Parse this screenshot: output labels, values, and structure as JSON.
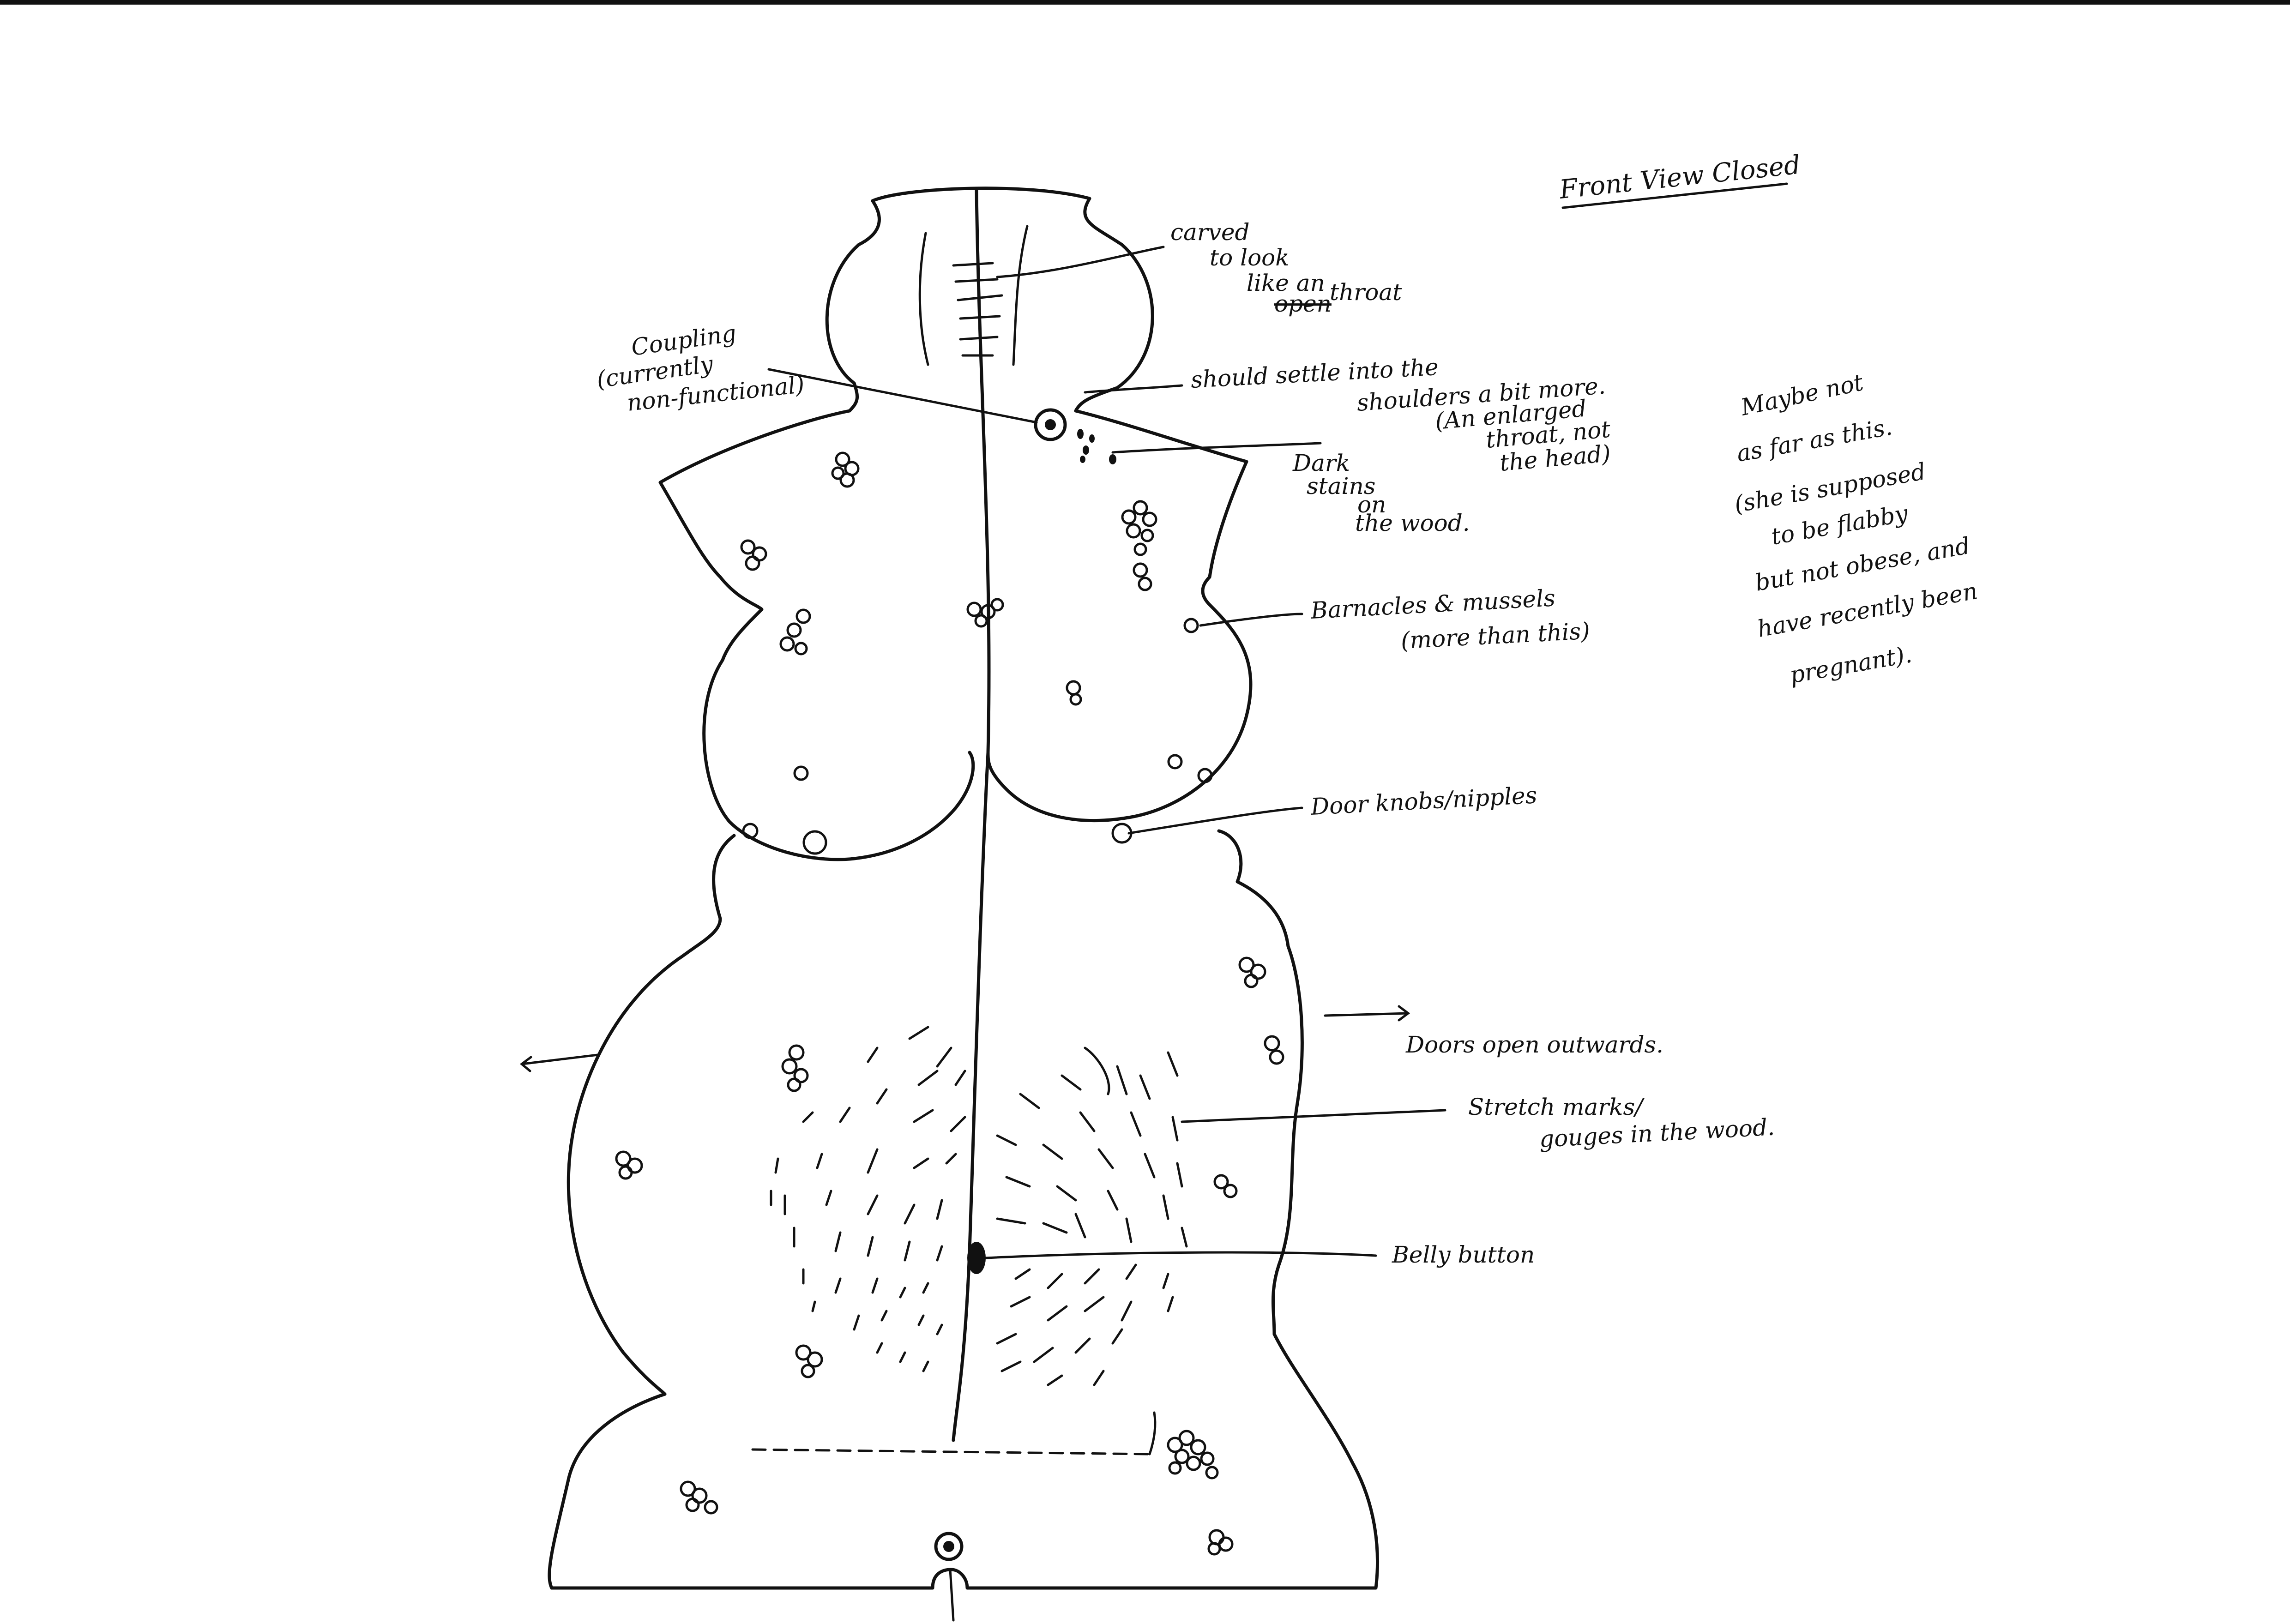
{
  "title": "Front View Closed",
  "labels": {
    "carved_throat": [
      "carved",
      "to look",
      "like an",
      "open",
      "throat"
    ],
    "coupling": [
      "Coupling",
      "(currently",
      "non-functional)"
    ],
    "settle": [
      "should settle into the",
      "shoulders a bit more.",
      "(An enlarged",
      "throat, not",
      "the head)"
    ],
    "stains": [
      "Dark",
      "stains",
      "on",
      "the wood."
    ],
    "barnacles": [
      "Barnacles & mussels",
      "(more than this)"
    ],
    "knobs": "Door knobs/nipples",
    "doors": "Doors open outwards.",
    "stretch": [
      "Stretch marks/",
      "gouges in the wood."
    ],
    "belly": "Belly button",
    "maybe": [
      "Maybe not",
      "as far as this.",
      "(she is supposed",
      "to be flabby",
      "but not obese, and",
      "have recently been",
      "pregnant)."
    ]
  }
}
